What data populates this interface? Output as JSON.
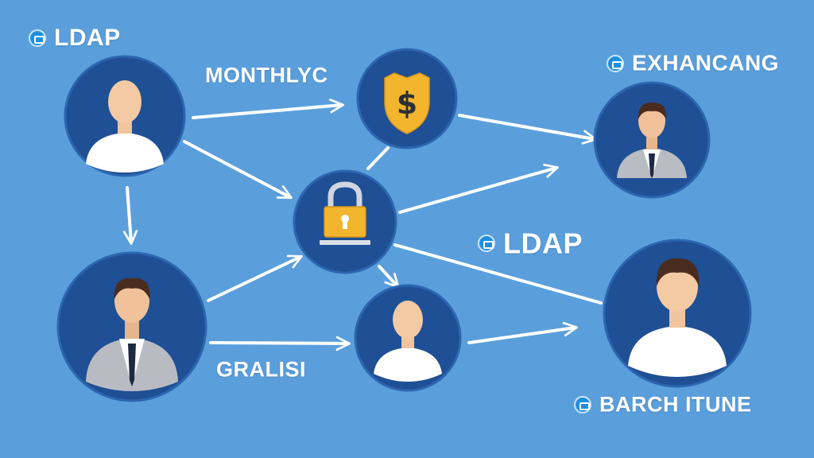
{
  "labels": {
    "ldap_top": "LDAP",
    "monthly": "MONTHLYC",
    "exchange": "EXHANCANG",
    "ldap_mid": "LDAP",
    "gralisi": "GRALISI",
    "barch": "BARCH ITUNE"
  },
  "nodes": [
    {
      "id": "user-top-left",
      "icon": "person-tshirt-icon"
    },
    {
      "id": "dollar-shield",
      "icon": "dollar-shield-icon"
    },
    {
      "id": "user-right-top",
      "icon": "person-suit-icon"
    },
    {
      "id": "lock-center",
      "icon": "padlock-icon"
    },
    {
      "id": "user-bottom-left",
      "icon": "person-suit-icon"
    },
    {
      "id": "user-bottom-center",
      "icon": "person-tshirt-icon"
    },
    {
      "id": "user-right-bottom",
      "icon": "person-tshirt-icon"
    }
  ],
  "colors": {
    "background": "#5a9fdc",
    "node_fill": "#1f4f95",
    "node_ring": "#2a63ad",
    "gold": "#f0b52a",
    "arrow": "#ffffff"
  }
}
